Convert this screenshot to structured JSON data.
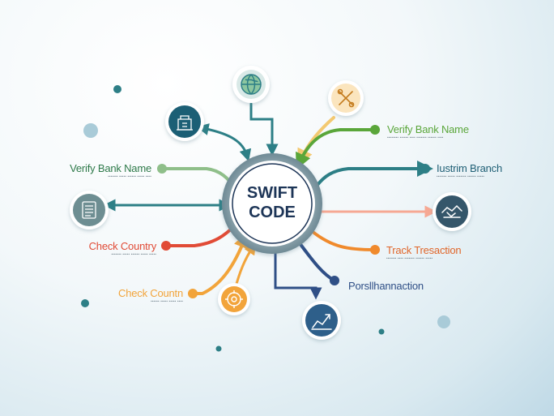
{
  "center": {
    "line1": "SWIFT",
    "line2": "CODE"
  },
  "colors": {
    "green": "#5aa63a",
    "teal": "#2d7f86",
    "orange": "#f08a2c",
    "red": "#e14b36",
    "amber": "#f2a43a",
    "navy": "#2f4f86",
    "salmon": "#f6a893",
    "sage": "#8fbf8a",
    "yellow": "#f3c971"
  },
  "nodes": [
    {
      "id": "globe",
      "icon": "globe-icon"
    },
    {
      "id": "bank",
      "icon": "bank-icon"
    },
    {
      "id": "tools",
      "icon": "tools-icon"
    },
    {
      "id": "document",
      "icon": "document-icon"
    },
    {
      "id": "handshake",
      "icon": "handshake-icon"
    },
    {
      "id": "target",
      "icon": "target-icon"
    },
    {
      "id": "chart",
      "icon": "chart-icon"
    }
  ],
  "labels": {
    "verify_right": {
      "title": "Verify Bank Name",
      "sub": "•••••••• •••••• •••• ••••••• •••••• ••••"
    },
    "branch_right": {
      "title": "Iustrim Branch",
      "sub": "••••••• ••••• ••••••• •••••• •••••"
    },
    "track_right": {
      "title": "Track Tresaction",
      "sub": "••••••• •••• ••••••• •••••• •••••"
    },
    "port_right": {
      "title": "Porsllhannaction"
    },
    "verify_left": {
      "title": "Verify Bank Name",
      "sub": "••••••• ••••• •••••• ••••• ••••"
    },
    "check_country": {
      "title": "Check Country",
      "sub": "••••••• ••••• •••••• ••••• •••••"
    },
    "check_countn": {
      "title": "Check Countn",
      "sub": "•••••• ••••• ••••• ••••"
    }
  }
}
